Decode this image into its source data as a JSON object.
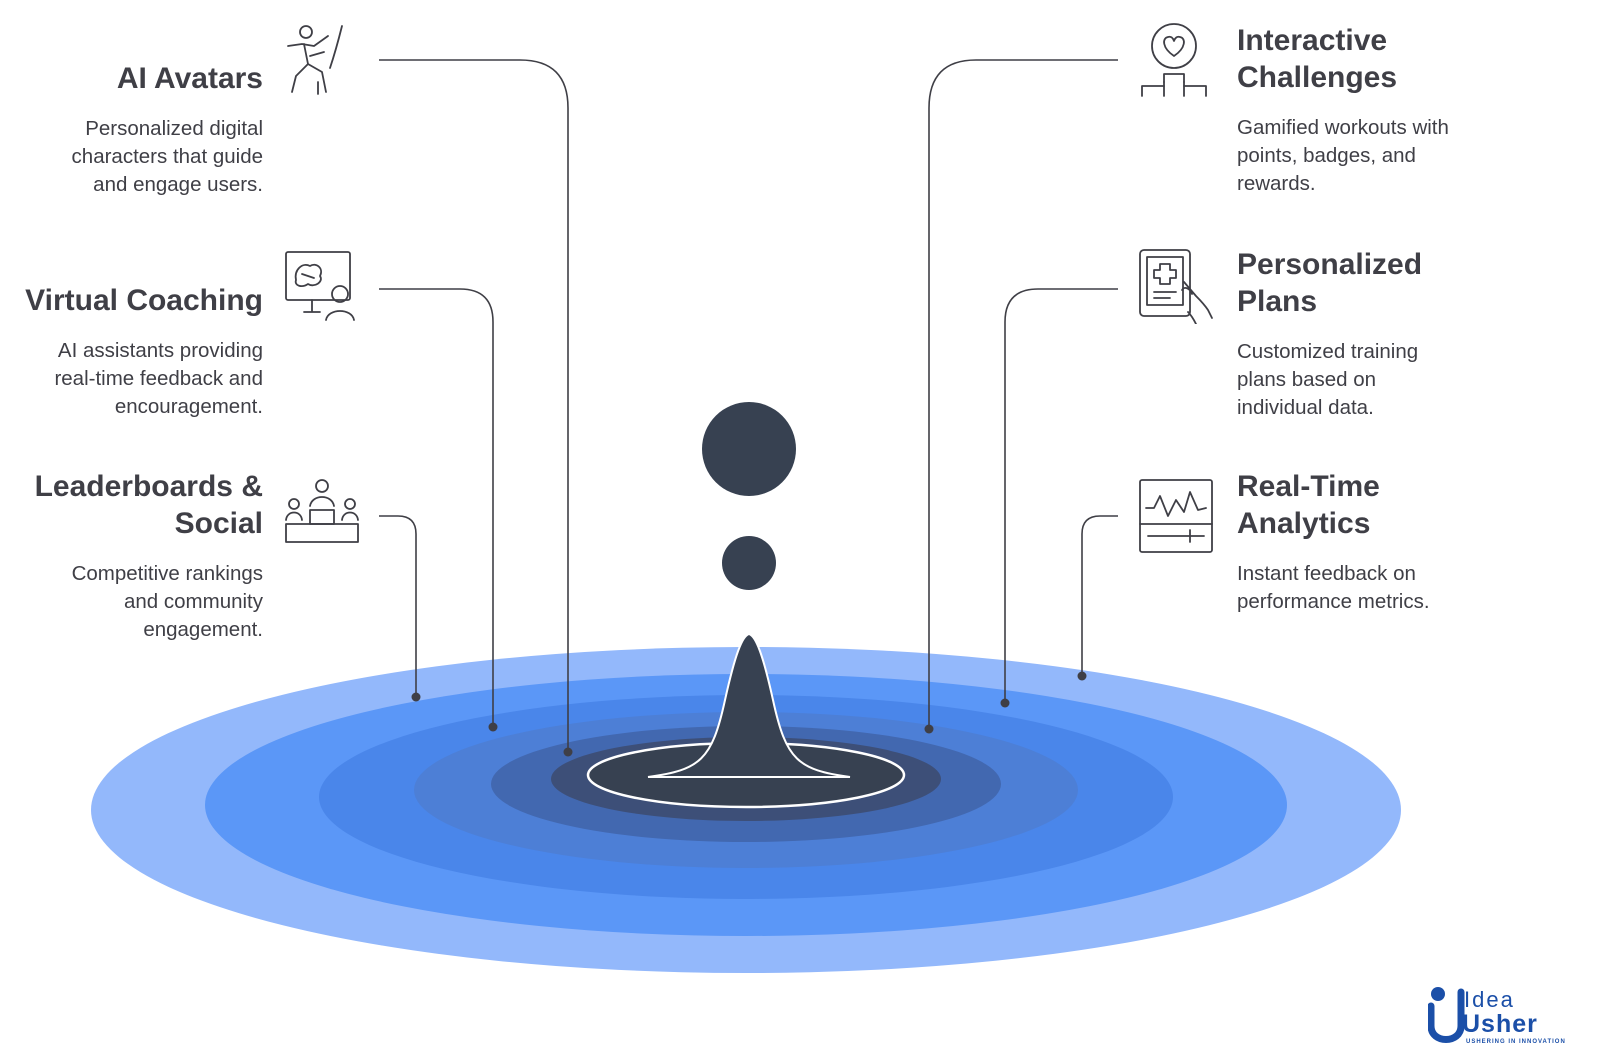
{
  "items": [
    {
      "title": "AI Avatars",
      "description": "Personalized digital characters that guide and engage users.",
      "icon": "avatar-figure-icon"
    },
    {
      "title": "Virtual Coaching",
      "description": "AI assistants providing real-time feedback and encouragement.",
      "icon": "coach-screen-icon"
    },
    {
      "title": "Leaderboards & Social",
      "description": "Competitive rankings and community engagement.",
      "icon": "podium-people-icon"
    },
    {
      "title": "Interactive Challenges",
      "description": "Gamified workouts with points, badges, and rewards.",
      "icon": "heart-podium-icon"
    },
    {
      "title": "Personalized Plans",
      "description": "Customized training plans based on individual data.",
      "icon": "medical-tablet-icon"
    },
    {
      "title": "Real-Time Analytics",
      "description": "Instant feedback on performance metrics.",
      "icon": "analytics-monitor-icon"
    }
  ],
  "logo": {
    "line1": "Idea",
    "line2": "Usher",
    "tagline": "USHERING IN INNOVATION"
  },
  "colors": {
    "ring1": "#93b8fb",
    "ring2": "#5b97f7",
    "ring3": "#4a86ea",
    "ring4": "#4d7fd6",
    "ring5": "#4268b0",
    "ring6": "#3d4f78",
    "drop": "#374151",
    "text": "#3f3f46",
    "line": "#3f3f46",
    "brand": "#1b4fa8"
  }
}
